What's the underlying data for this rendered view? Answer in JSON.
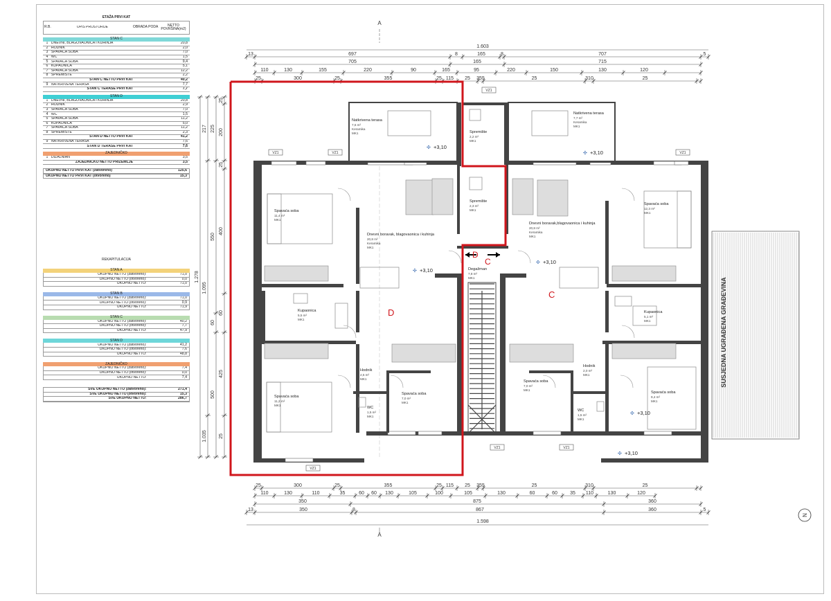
{
  "title_table": {
    "title": "ETAŽA PRVI KAT",
    "headers": [
      "R.B.",
      "OPIS PROSTORIJE",
      "OBRADA PODA",
      "NETTO POVRŠINA(m2)"
    ],
    "sections": [
      {
        "name": "STAN C",
        "color": "#7fd8d8",
        "rows": [
          [
            "1",
            "DNEVNI, BLAGOVAONICA I KUHINJA",
            "",
            "20,8"
          ],
          [
            "2",
            "HODNIK",
            "",
            "2,0"
          ],
          [
            "3",
            "SPAVAĆA SOBA",
            "",
            "7,0"
          ],
          [
            "4",
            "WC",
            "",
            "1,5"
          ],
          [
            "5",
            "SPAVAĆA SOBA",
            "",
            "9,4"
          ],
          [
            "6",
            "KUPAONICA",
            "",
            "5,1"
          ],
          [
            "7",
            "SPAVAĆA SOBA",
            "",
            "12,2"
          ],
          [
            "8",
            "SPREMIŠTE",
            "",
            "2,2"
          ]
        ],
        "total": [
          "STAN C NETTO PRVI KAT",
          "40,2"
        ],
        "terrace": [
          "9",
          "NATKRIVENA TERASA",
          "",
          "7,7"
        ],
        "terrace_total": [
          "STAN C TERASE PRVI KAT",
          "7,7"
        ]
      },
      {
        "name": "STAN D",
        "color": "#3fcfd4",
        "rows": [
          [
            "1",
            "DNEVNI, BLAGOVAONICA I KUHINJA",
            "",
            "20,8"
          ],
          [
            "2",
            "HODNIK",
            "",
            "2,9"
          ],
          [
            "3",
            "SPAVAĆA SOBA",
            "",
            "7,0"
          ],
          [
            "4",
            "WC",
            "",
            "1,5"
          ],
          [
            "5",
            "SPAVAĆA SOBA",
            "",
            "11,2"
          ],
          [
            "6",
            "KUPAONICA",
            "",
            "5,0"
          ],
          [
            "7",
            "SPAVAĆA SOBA",
            "",
            "11,2"
          ],
          [
            "8",
            "SPREMIŠTE",
            "",
            "2,3"
          ]
        ],
        "total": [
          "STAN D NETTO PRVI KAT",
          "41,2"
        ],
        "terrace": [
          "9",
          "NATKRIVENA TERASA",
          "",
          "7,6"
        ],
        "terrace_total": [
          "STAN D TERASE PRVI KAT",
          "7,6"
        ]
      },
      {
        "name": "ZAJEDNIČKO",
        "color": "#f0a070",
        "rows": [
          [
            "1",
            "DIZALNIAN",
            "",
            "3,5"
          ]
        ],
        "total": [
          "ZAJEDNIČKO NETTO PRIZEMLJE",
          "3,5"
        ]
      }
    ],
    "summary": [
      [
        "UKUPNO NETTO PRVI KAT (zatvoreno)",
        "125,6"
      ],
      [
        "UKUPNO NETTO PRVI KAT (otvoreno)",
        "15,3"
      ]
    ]
  },
  "recap_table": {
    "title": "REKAPITULACIJA",
    "groups": [
      {
        "name": "STAN A",
        "color": "#f3d27a",
        "rows": [
          [
            "UKUPNO NETTO (zatvoreno):",
            "71,0"
          ],
          [
            "UKUPNO NETTO (otvoreno):",
            "0,0"
          ],
          [
            "UKUPNO NETTO:",
            "71,0"
          ]
        ]
      },
      {
        "name": "STAN B",
        "color": "#9ab8e8",
        "rows": [
          [
            "UKUPNO NETTO (zatvoreno):",
            "71,0"
          ],
          [
            "UKUPNO NETTO (otvoreno):",
            "0,9"
          ],
          [
            "UKUPNO NETTO:",
            "71,9"
          ]
        ]
      },
      {
        "name": "STAN C",
        "color": "#b8dcb0",
        "rows": [
          [
            "UKUPNO NETTO (zatvoreno):",
            "40,2"
          ],
          [
            "UKUPNO NETTO (otvoreno):",
            "7,7"
          ],
          [
            "UKUPNO NETTO:",
            "47,9"
          ]
        ]
      },
      {
        "name": "STAN D",
        "color": "#6ed6d9",
        "rows": [
          [
            "UKUPNO NETTO (zatvoreno):",
            "41,2"
          ],
          [
            "UKUPNO NETTO (otvoreno):",
            "7,6"
          ],
          [
            "UKUPNO NETTO:",
            "48,8"
          ]
        ]
      },
      {
        "name": "ZAJEDNIČKO",
        "color": "#f0a070",
        "rows": [
          [
            "UKUPNO NETTO (zatvoreno):",
            "7,4"
          ],
          [
            "UKUPNO NETTO (otvoreno):",
            "0,0"
          ],
          [
            "UKUPNO NETTO:",
            "7,4"
          ]
        ]
      }
    ],
    "grand": [
      [
        "SVE UKUPNO NETTO (zatvoreno):",
        "271,4"
      ],
      [
        "SVE UKUPNO NETTO (otvoreno):",
        "15,3"
      ],
      [
        "SVE UKUPNO NETTO:",
        "286,7"
      ]
    ]
  },
  "plan": {
    "top_total": "1.603",
    "top_dims_1": [
      "13",
      "697",
      "8",
      "165",
      "8",
      "707",
      "5"
    ],
    "top_dims_2": [
      "705",
      "165",
      "715"
    ],
    "top_dims_3": [
      "110",
      "130",
      "155",
      "220",
      "90",
      "165",
      "95",
      "220",
      "150",
      "130",
      "120"
    ],
    "top_dims_4": [
      "25",
      "300",
      "25",
      "355",
      "25",
      "115",
      "25",
      "355",
      "25",
      "310",
      "25"
    ],
    "bottom_dims_1": [
      "25",
      "300",
      "25",
      "355",
      "25",
      "115",
      "25",
      "355",
      "25",
      "310",
      "25"
    ],
    "bottom_dims_2": [
      "110",
      "130",
      "110",
      "35",
      "60",
      "60",
      "130",
      "105",
      "100",
      "105",
      "130",
      "60",
      "60",
      "35",
      "110",
      "130",
      "120"
    ],
    "bottom_dims_3": [
      "350",
      "875",
      "360"
    ],
    "bottom_dims_4": [
      "13",
      "350",
      "8",
      "867",
      "360",
      "5"
    ],
    "bottom_total": "1.598",
    "left_total": "1.278",
    "left_dims_1": [
      "217",
      "1.095",
      "1.035"
    ],
    "left_dims_2": [
      "225",
      "550",
      "60",
      "500"
    ],
    "left_dims_3": [
      "25",
      "200",
      "25",
      "400",
      "60",
      "425",
      "25"
    ],
    "section_mark": "A",
    "unit_labels": {
      "left": "D",
      "right": "C"
    },
    "rooms": [
      {
        "name": "Natkrivena terasa",
        "area": "7,6 m²",
        "finish": "Keramika",
        "code": "MK1"
      },
      {
        "name": "Natkrivena terasa",
        "area": "7,7 m²",
        "finish": "Keramika",
        "code": "MK1"
      },
      {
        "name": "Spremište",
        "area": "2,2 m²",
        "code": "MK1"
      },
      {
        "name": "Spremište",
        "area": "2,3 m²",
        "code": "MK1"
      },
      {
        "name": "Spavaća soba",
        "area": "11,4 m²",
        "code": "MK1"
      },
      {
        "name": "Dnevni boravak, blagovaonica i kuhinja",
        "area": "20,8 m²",
        "finish": "Keramika",
        "code": "MK1"
      },
      {
        "name": "Dnevni boravak,blagovaonica i kuhinja",
        "area": "20,8 m²",
        "finish": "Keramika",
        "code": "MK1"
      },
      {
        "name": "Spavaća soba",
        "area": "12,3 m²",
        "code": "MK1"
      },
      {
        "name": "Degažman",
        "area": "7,8 m²",
        "code": "MK1"
      },
      {
        "name": "Kupaonica",
        "area": "5,5 m²",
        "code": "MK1"
      },
      {
        "name": "Kupaonica",
        "area": "5,1 m²",
        "code": "MK1"
      },
      {
        "name": "Hodnik",
        "area": "2,5 m²",
        "code": "MK1"
      },
      {
        "name": "Hodnik",
        "area": "2,0 m²",
        "code": "MK1"
      },
      {
        "name": "Spavaća soba",
        "area": "11,2 m²",
        "code": "MK1"
      },
      {
        "name": "Spavaća soba",
        "area": "7,0 m²",
        "code": "MK1"
      },
      {
        "name": "Spavaća soba",
        "area": "7,0 m²",
        "code": "MK1"
      },
      {
        "name": "Spavaća soba",
        "area": "9,4 m²",
        "code": "MK1"
      },
      {
        "name": "WC",
        "area": "1,5 m²",
        "code": "MK1"
      },
      {
        "name": "WC",
        "area": "1,5 m²",
        "code": "MK1"
      }
    ],
    "levels": [
      "+3,10",
      "+3,10",
      "+3,10",
      "+3,10",
      "+3,10",
      "+3,10"
    ],
    "window_tags": [
      "VZ1",
      "VZ1",
      "VZ1",
      "VZ1",
      "VZ1",
      "VZ1",
      "VZ1"
    ],
    "neighbor_label": "SUSJEDNA UGRAĐENA GRAĐEVINA",
    "north_label": "N"
  },
  "colors": {
    "highlight": "#d0161c",
    "walls": "#444",
    "grey": "#b5b5b5"
  }
}
